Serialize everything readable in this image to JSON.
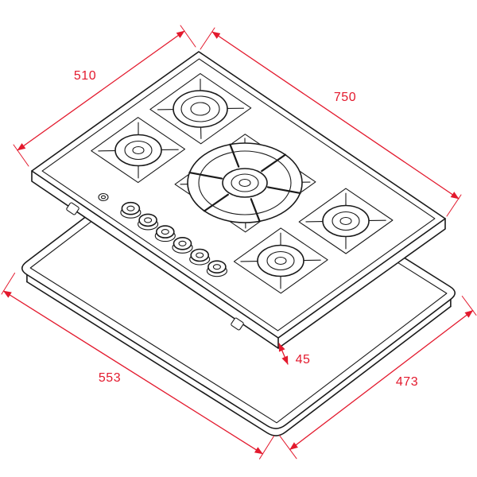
{
  "colors": {
    "line": "#1a1a1a",
    "dimension": "#e3192d",
    "background": "#ffffff"
  },
  "dimensions": {
    "hob_depth": "510",
    "hob_width": "750",
    "base_width": "553",
    "base_depth": "473",
    "gap": "45"
  }
}
